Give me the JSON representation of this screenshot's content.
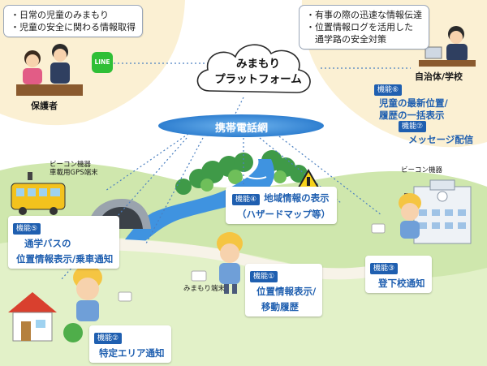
{
  "guardian": {
    "callout": [
      "・日常の児童のみまもり",
      "・児童の安全に関わる情報取得"
    ],
    "label": "保護者",
    "app_icon_text": "LINE"
  },
  "municipality": {
    "callout": [
      "・有事の際の迅速な情報伝達",
      "・位置情報ログを活用した",
      "　通学路の安全対策"
    ],
    "label": "自治体/学校"
  },
  "platform": {
    "line1": "みまもり",
    "line2": "プラットフォーム"
  },
  "network": {
    "label": "携帯電話網"
  },
  "device_labels": {
    "bus_beacon_1": "ビーコン機器",
    "bus_beacon_2": "車載用GPS端末",
    "school_beacon": "ビーコン機器",
    "child_terminal": "みまもり端末"
  },
  "features": {
    "f6": {
      "badge": "機能⑥",
      "lines": [
        "児童の最新位置/",
        "履歴の一括表示"
      ]
    },
    "f7": {
      "badge": "機能⑦",
      "lines": [
        "メッセージ配信"
      ]
    },
    "f4": {
      "badge": "機能④",
      "lines": [
        "地域情報の表示",
        "（ハザードマップ等）"
      ]
    },
    "f5": {
      "badge": "機能⑤",
      "lines": [
        "通学バスの",
        "位置情報表示/乗車通知"
      ]
    },
    "f1": {
      "badge": "機能①",
      "lines": [
        "位置情報表示/",
        "移動履歴"
      ]
    },
    "f3": {
      "badge": "機能③",
      "lines": [
        "登下校通知"
      ]
    },
    "f2": {
      "badge": "機能②",
      "lines": [
        "特定エリア通知"
      ]
    }
  },
  "colors": {
    "feature_blue": "#1f5fb0",
    "network_blue": "#3a8fd8",
    "grass": "#c9e3a6",
    "river": "#3f93e0",
    "cream": "#fbf0d3"
  }
}
